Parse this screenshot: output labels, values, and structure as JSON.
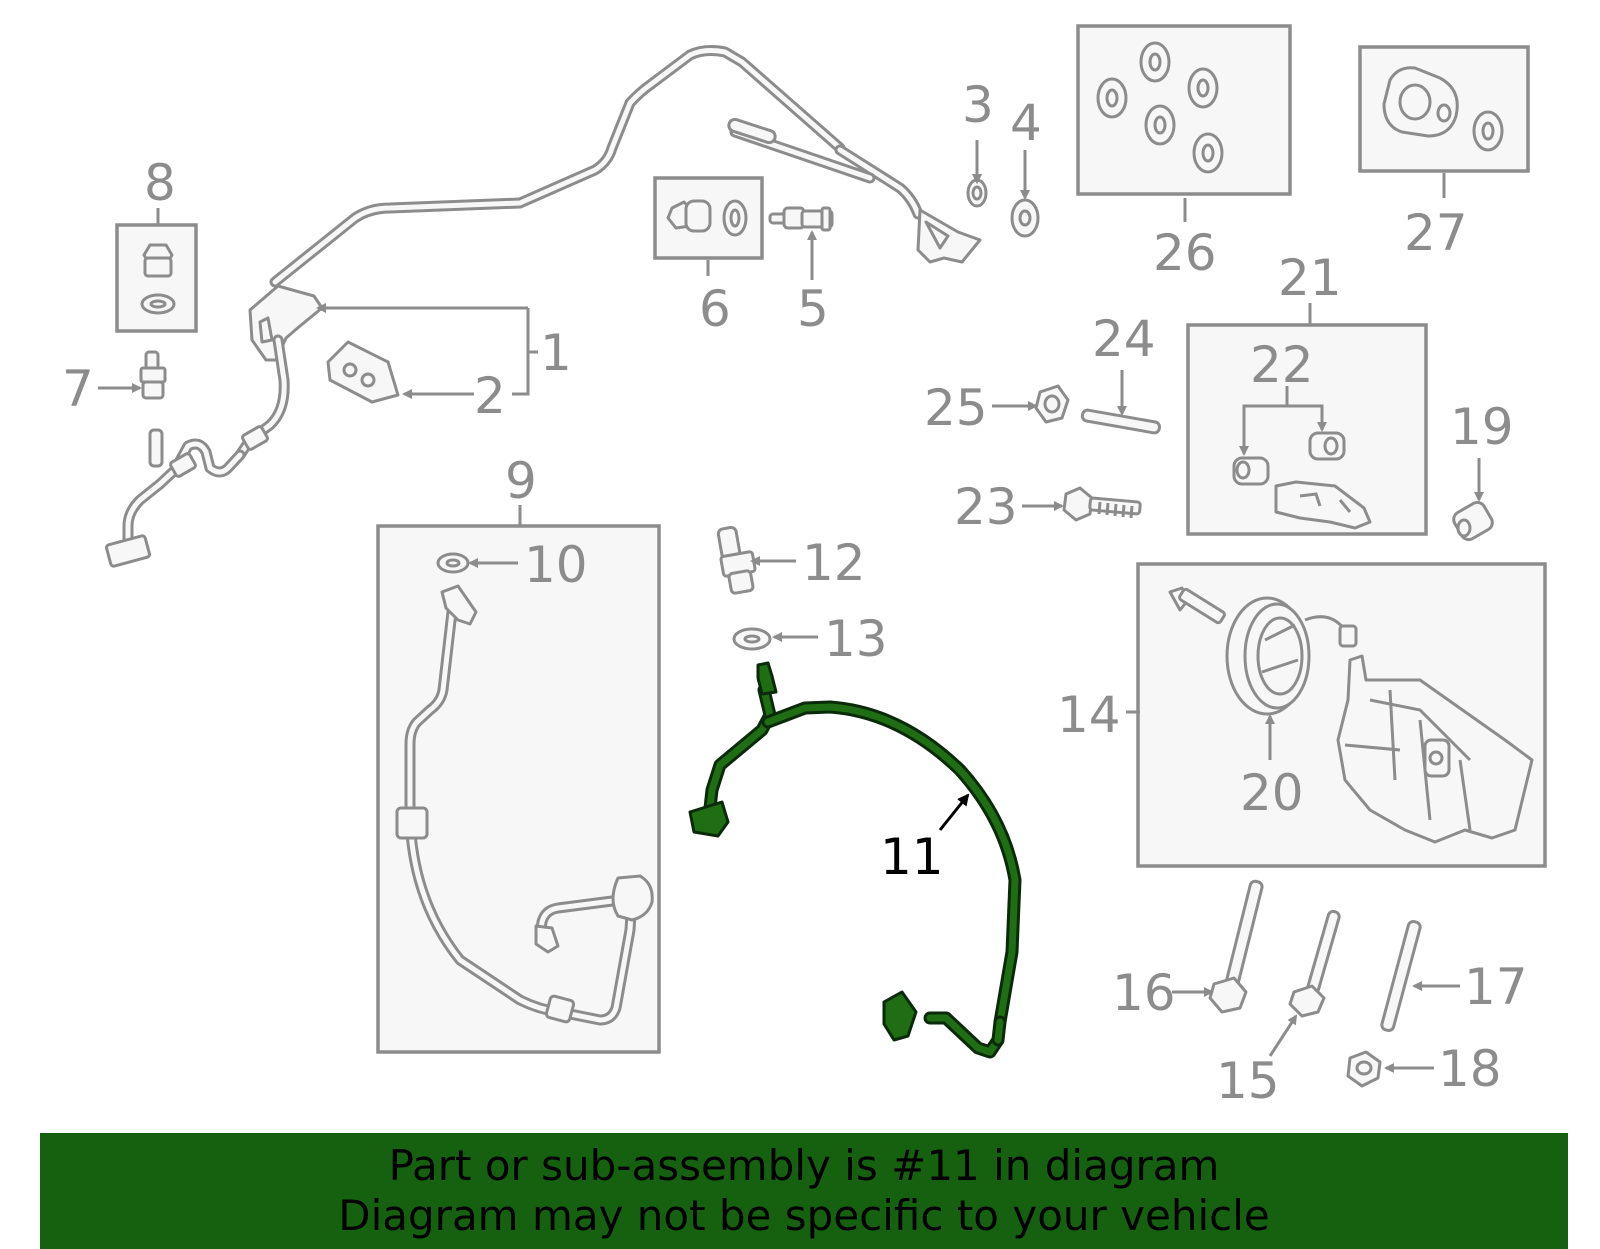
{
  "callouts": [
    {
      "id": "1",
      "label": "1"
    },
    {
      "id": "2",
      "label": "2"
    },
    {
      "id": "3",
      "label": "3"
    },
    {
      "id": "4",
      "label": "4"
    },
    {
      "id": "5",
      "label": "5"
    },
    {
      "id": "6",
      "label": "6"
    },
    {
      "id": "7",
      "label": "7"
    },
    {
      "id": "8",
      "label": "8"
    },
    {
      "id": "9",
      "label": "9"
    },
    {
      "id": "10",
      "label": "10"
    },
    {
      "id": "11",
      "label": "11"
    },
    {
      "id": "12",
      "label": "12"
    },
    {
      "id": "13",
      "label": "13"
    },
    {
      "id": "14",
      "label": "14"
    },
    {
      "id": "15",
      "label": "15"
    },
    {
      "id": "16",
      "label": "16"
    },
    {
      "id": "17",
      "label": "17"
    },
    {
      "id": "18",
      "label": "18"
    },
    {
      "id": "19",
      "label": "19"
    },
    {
      "id": "20",
      "label": "20"
    },
    {
      "id": "21",
      "label": "21"
    },
    {
      "id": "22",
      "label": "22"
    },
    {
      "id": "23",
      "label": "23"
    },
    {
      "id": "24",
      "label": "24"
    },
    {
      "id": "25",
      "label": "25"
    },
    {
      "id": "26",
      "label": "26"
    },
    {
      "id": "27",
      "label": "27"
    }
  ],
  "highlighted_part": "11",
  "colors": {
    "highlight": "#1f6e14",
    "banner": "#156110",
    "part_stroke": "#8c8c8c"
  },
  "banner": {
    "line1": "Part or sub-assembly is #11 in diagram",
    "line2": "Diagram may not be specific to your vehicle"
  }
}
